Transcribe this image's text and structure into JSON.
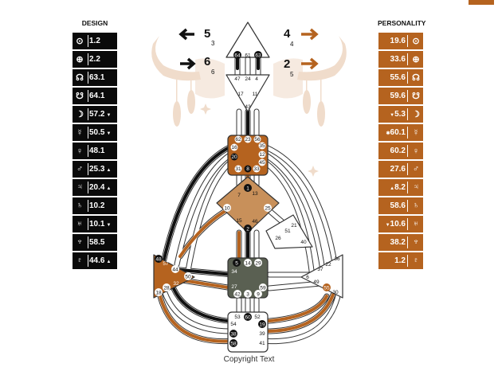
{
  "design": {
    "title": "DESIGN",
    "rows": [
      {
        "symbol": "⊙",
        "value": "1.2",
        "arrow": ""
      },
      {
        "symbol": "⊕",
        "value": "2.2",
        "arrow": ""
      },
      {
        "symbol": "☊",
        "value": "63.1",
        "arrow": ""
      },
      {
        "symbol": "☋",
        "value": "64.1",
        "arrow": ""
      },
      {
        "symbol": "☽",
        "value": "57.2",
        "arrow": "▼"
      },
      {
        "symbol": "☿",
        "value": "50.5",
        "arrow": "▼"
      },
      {
        "symbol": "♀",
        "value": "48.1",
        "arrow": ""
      },
      {
        "symbol": "♂",
        "value": "25.3",
        "arrow": "▲"
      },
      {
        "symbol": "♃",
        "value": "20.4",
        "arrow": "▲"
      },
      {
        "symbol": "♄",
        "value": "10.2",
        "arrow": ""
      },
      {
        "symbol": "♅",
        "value": "10.1",
        "arrow": "▼"
      },
      {
        "symbol": "♆",
        "value": "58.5",
        "arrow": ""
      },
      {
        "symbol": "♇",
        "value": "44.6",
        "arrow": "▲"
      }
    ]
  },
  "personality": {
    "title": "PERSONALITY",
    "rows": [
      {
        "symbol": "⊙",
        "value": "19.6",
        "prefix": ""
      },
      {
        "symbol": "⊕",
        "value": "33.6",
        "prefix": ""
      },
      {
        "symbol": "☊",
        "value": "55.6",
        "prefix": ""
      },
      {
        "symbol": "☋",
        "value": "59.6",
        "prefix": ""
      },
      {
        "symbol": "☽",
        "value": "5.3",
        "prefix": "▼"
      },
      {
        "symbol": "☿",
        "value": "60.1",
        "prefix": "✱"
      },
      {
        "symbol": "♀",
        "value": "60.2",
        "prefix": ""
      },
      {
        "symbol": "♂",
        "value": "27.6",
        "prefix": ""
      },
      {
        "symbol": "♃",
        "value": "8.2",
        "prefix": "▲"
      },
      {
        "symbol": "♄",
        "value": "58.6",
        "prefix": ""
      },
      {
        "symbol": "♅",
        "value": "10.6",
        "prefix": "▼"
      },
      {
        "symbol": "♆",
        "value": "38.2",
        "prefix": ""
      },
      {
        "symbol": "♇",
        "value": "1.2",
        "prefix": ""
      }
    ]
  },
  "variables": {
    "top_left": {
      "big": "5",
      "small": "3"
    },
    "bottom_left": {
      "big": "6",
      "small": "6"
    },
    "top_right": {
      "big": "4",
      "small": "4"
    },
    "bottom_right": {
      "big": "2",
      "small": "5"
    }
  },
  "colors": {
    "design": "#0a0a0a",
    "personality": "#b5631f",
    "ghost": "#f0dccb",
    "root_center": "#5a6052"
  },
  "centers": {
    "head": [
      "64",
      "61",
      "63"
    ],
    "ajna": [
      "47",
      "24",
      "4",
      "17",
      "11",
      "43"
    ],
    "throat": [
      "62",
      "23",
      "56",
      "16",
      "35",
      "20",
      "12",
      "45",
      "31",
      "8",
      "33"
    ],
    "g": [
      "1",
      "7",
      "13",
      "10",
      "25",
      "15",
      "46",
      "2"
    ],
    "ego": [
      "21",
      "51",
      "26",
      "40"
    ],
    "spleen": [
      "48",
      "57",
      "44",
      "50",
      "32",
      "28",
      "18"
    ],
    "sacral": [
      "5",
      "14",
      "29",
      "34",
      "27",
      "59",
      "42",
      "3",
      "9"
    ],
    "solar": [
      "36",
      "22",
      "37",
      "6",
      "49",
      "55",
      "30"
    ],
    "root": [
      "53",
      "60",
      "52",
      "54",
      "19",
      "38",
      "39",
      "58",
      "41"
    ]
  },
  "copyright": "Copyright Text"
}
